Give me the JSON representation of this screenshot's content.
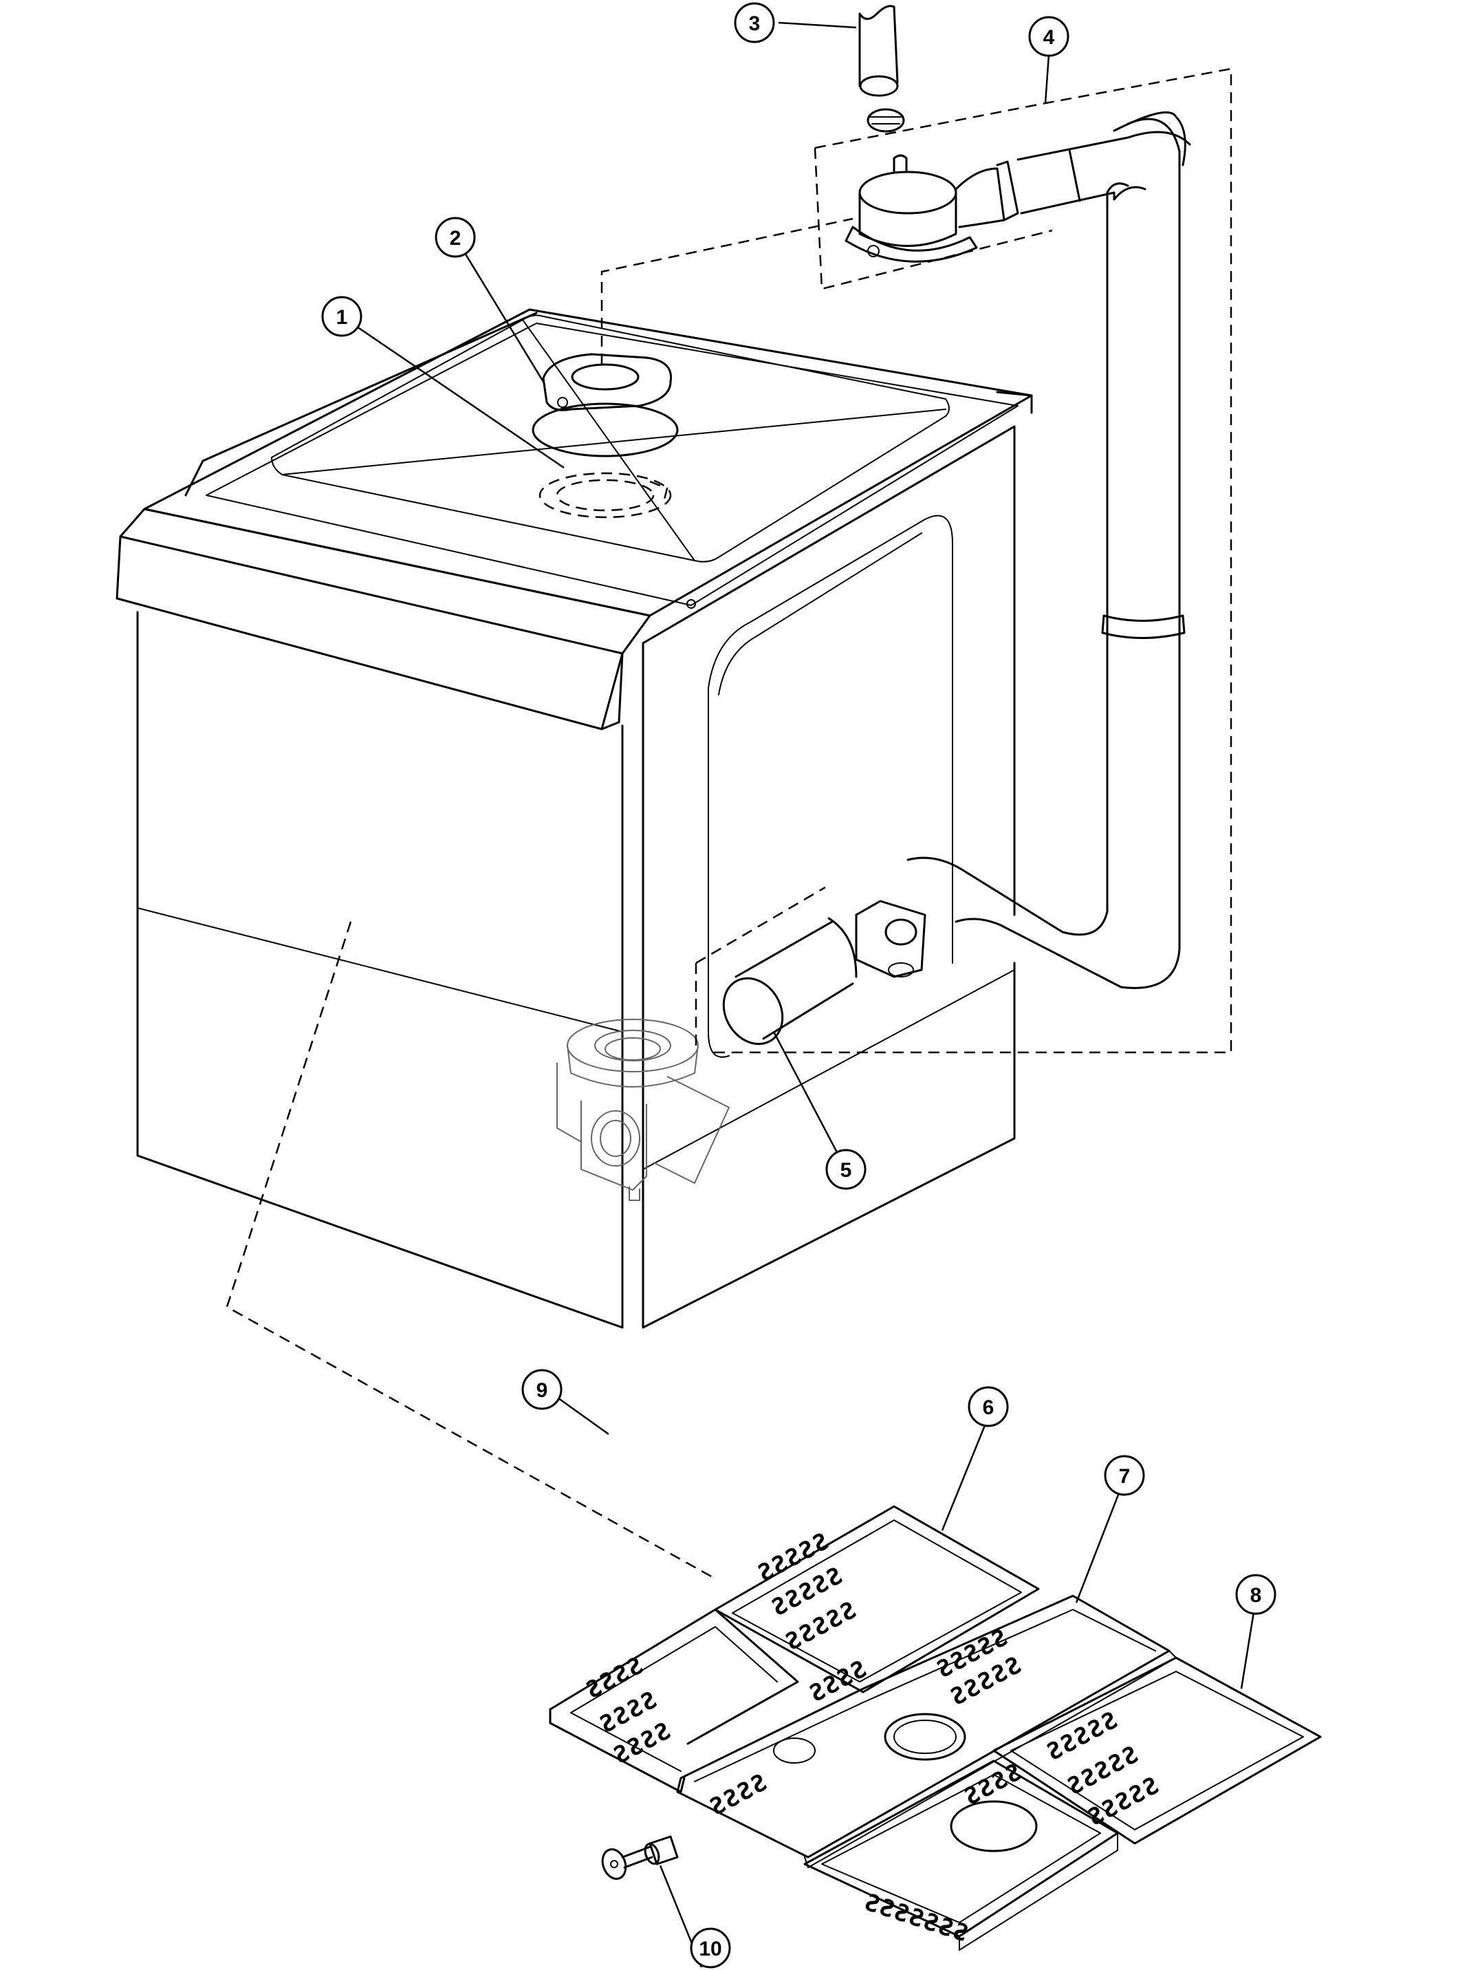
{
  "callouts": [
    {
      "id": "1",
      "label": "1"
    },
    {
      "id": "2",
      "label": "2"
    },
    {
      "id": "3",
      "label": "3"
    },
    {
      "id": "4",
      "label": "4"
    },
    {
      "id": "5",
      "label": "5"
    },
    {
      "id": "6",
      "label": "6"
    },
    {
      "id": "7",
      "label": "7"
    },
    {
      "id": "8",
      "label": "8"
    },
    {
      "id": "9",
      "label": "9"
    },
    {
      "id": "10",
      "label": "10"
    }
  ],
  "grate_pattern_glyphs": [
    "ƧƧƧƧƧ",
    "ƧƧƧƧ",
    "ƧƧƧƧƧƧƧ"
  ],
  "colors": {
    "line": "#000000",
    "background": "#ffffff",
    "hidden_line": "#666666"
  }
}
